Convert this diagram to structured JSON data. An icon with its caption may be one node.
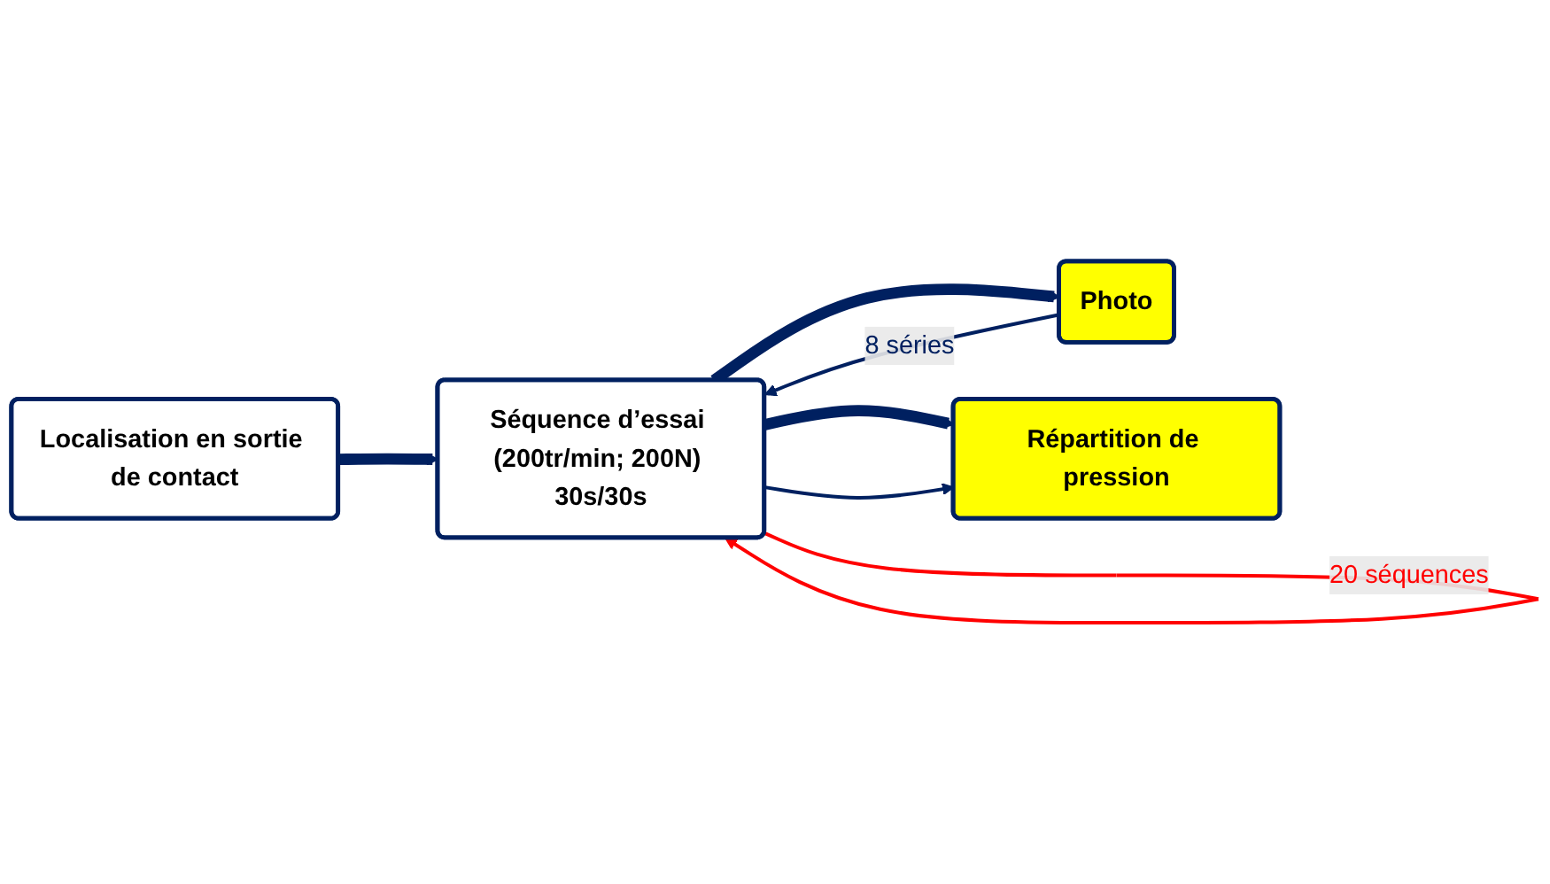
{
  "diagram": {
    "nodes": [
      {
        "text": [
          "Localisation en sortie de contact"
        ]
      },
      {
        "text": [
          "Séquence d’essai (200tr/min; 200N) 30s/30s"
        ]
      },
      {
        "text": [
          "Photo"
        ]
      },
      {
        "text": [
          "Répartition de pression"
        ]
      }
    ],
    "edges": [
      {
        "from": 0,
        "to": 1,
        "arrow": "to",
        "style": "thick"
      },
      {
        "from": 1,
        "to": 2,
        "arrow": "to",
        "style": "thick"
      },
      {
        "from": 1,
        "to": 3,
        "arrow": "to",
        "style": "thick"
      },
      {
        "from": 1,
        "to": 1,
        "arrow": "to",
        "label": "20 séquences",
        "color": "#ff0000"
      },
      {
        "from": 2,
        "to": 1,
        "arrow": "to",
        "label": "8 séries"
      },
      {
        "from": 1,
        "to": 3,
        "arrow": "to"
      }
    ]
  }
}
